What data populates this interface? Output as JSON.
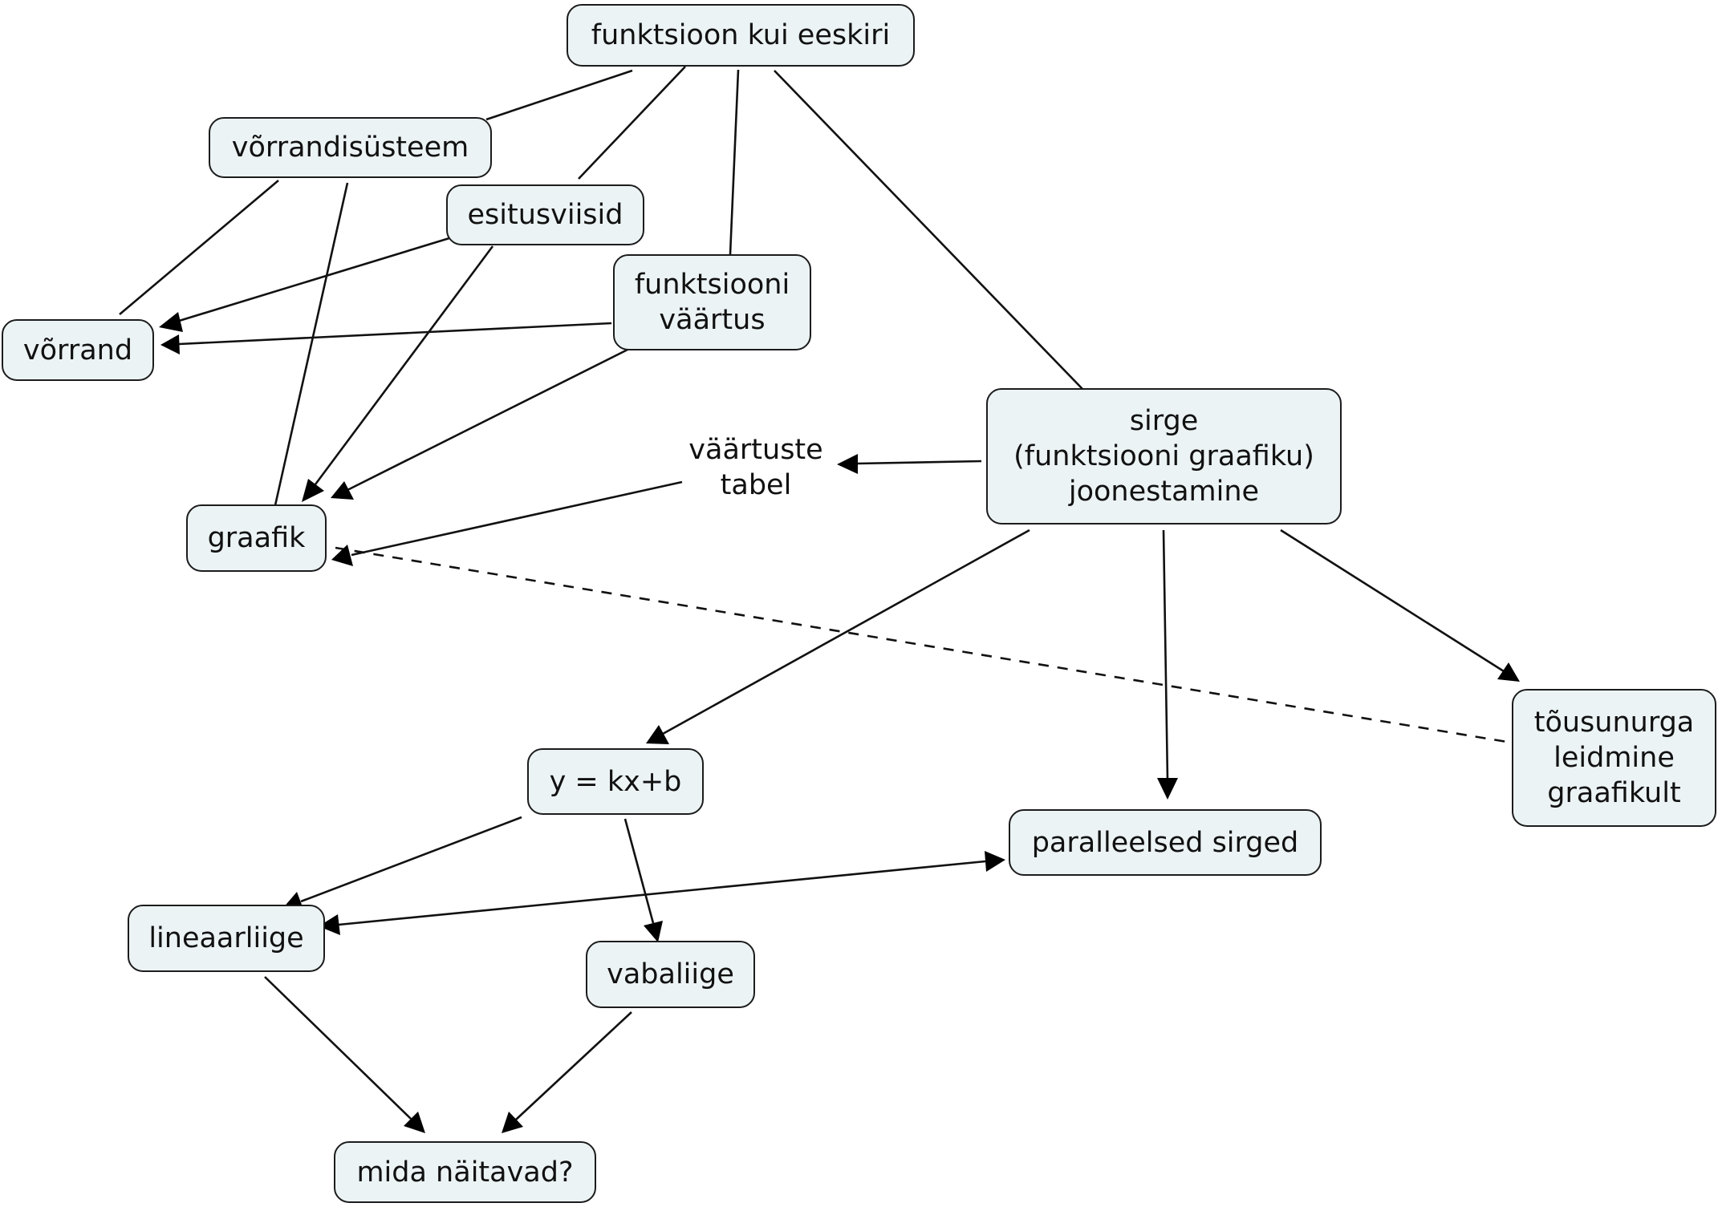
{
  "nodes": {
    "funktsioon_kui_eeskiri": "funktsioon kui eeskiri",
    "vorrandisusteem": "võrrandisüsteem",
    "esitusviisid": "esitusviisid",
    "funktsiooni_vaartus": "funktsiooni\nväärtus",
    "vorrand": "võrrand",
    "sirge_joonestamine": "sirge\n(funktsiooni graafiku)\njoonestamine",
    "vaartuste_tabel": "väärtuste\ntabel",
    "graafik": "graafik",
    "tousunurga_leidmine": "tõusunurga\nleidmine\ngraafikult",
    "y_kx_b": "y = kx+b",
    "paralleelsed_sirged": "paralleelsed sirged",
    "lineaarliige": "lineaarliige",
    "vabaliige": "vabaliige",
    "mida_naitavad": "mida näitavad?"
  }
}
